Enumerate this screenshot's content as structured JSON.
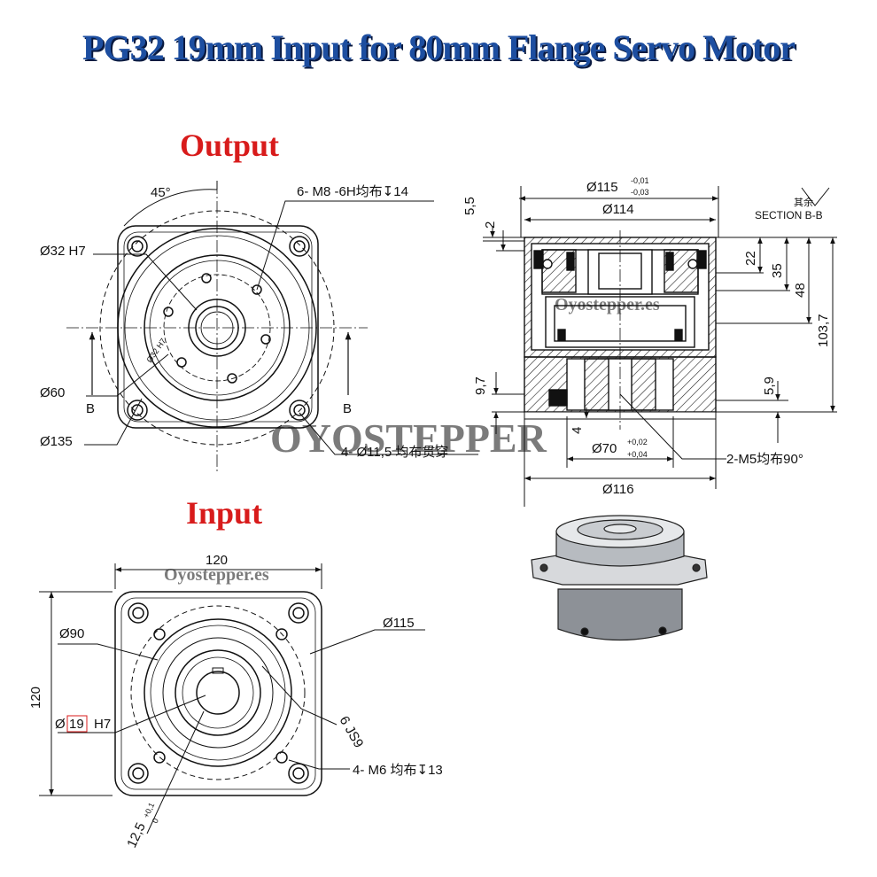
{
  "title": "PG32 19mm Input for 80mm Flange Servo Motor",
  "colors": {
    "title": "#1d4ea0",
    "title_shadow": "#0a1a40",
    "heading": "#d81b1b",
    "line": "#111111",
    "hatch": "#222222",
    "watermark": "#a9c4e6"
  },
  "watermark": {
    "brand": "OYOSTEPPER",
    "url": "Oyostepper.es"
  },
  "output": {
    "heading": "Output",
    "angle": "45°",
    "bore": "Ø32  H7",
    "center": "Ø60",
    "pcd": "Ø135",
    "thread_holes": "6-  M8  -6H均布↧14",
    "through_holes": "4-  Ø11,5  均布贯穿",
    "section_left": "B",
    "section_right": "B"
  },
  "input": {
    "heading": "Input",
    "width": "120",
    "height": "120",
    "pilot": "Ø90",
    "pcd": "Ø115",
    "bore": "Ø",
    "bore_value": "19",
    "bore_tol": "H7",
    "key": "6 JS9",
    "thread_holes": "4-  M6  均布↧13",
    "key_height": "12,5",
    "key_tol_upper": "+0,1",
    "key_tol_lower": "0"
  },
  "section": {
    "label_cn": "其余",
    "label": "SECTION B-B",
    "d115": "Ø115",
    "d115_upper": "-0,01",
    "d115_lower": "-0,03",
    "d114": "Ø114",
    "d70": "Ø70",
    "d70_upper": "+0,02",
    "d70_lower": "+0,04",
    "d116": "Ø116",
    "h5_5": "5,5",
    "h2": "2",
    "h22": "22",
    "h35": "35",
    "h48": "48",
    "h103_7": "103,7",
    "h9_7": "9,7",
    "h5_9": "5,9",
    "h4": "4",
    "screws": "2-M5均布90°"
  }
}
